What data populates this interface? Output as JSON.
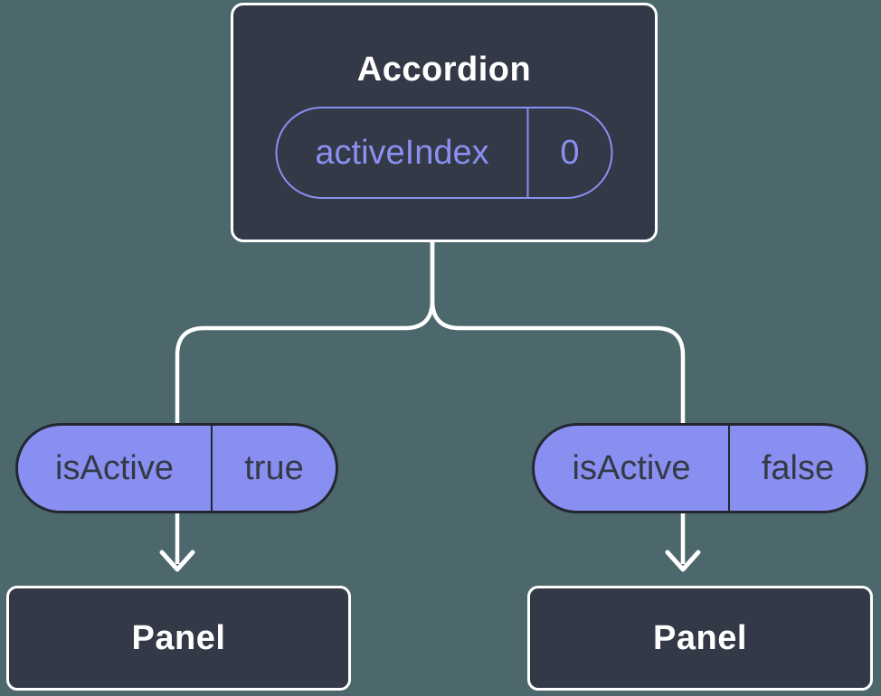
{
  "colors": {
    "background": "#4D686D",
    "node-fill": "#333946",
    "node-border": "#FFFFFF",
    "node-text": "#FFFFFF",
    "state-accent": "#8A90F2",
    "prop-fill": "#898FF0",
    "prop-border": "#23272F",
    "prop-text": "#333A46",
    "connector": "#FFFFFF"
  },
  "diagram": {
    "root": {
      "title": "Accordion",
      "state_name": "activeIndex",
      "state_value": "0"
    },
    "left_branch": {
      "prop_name": "isActive",
      "prop_value": "true",
      "child_title": "Panel"
    },
    "right_branch": {
      "prop_name": "isActive",
      "prop_value": "false",
      "child_title": "Panel"
    }
  }
}
